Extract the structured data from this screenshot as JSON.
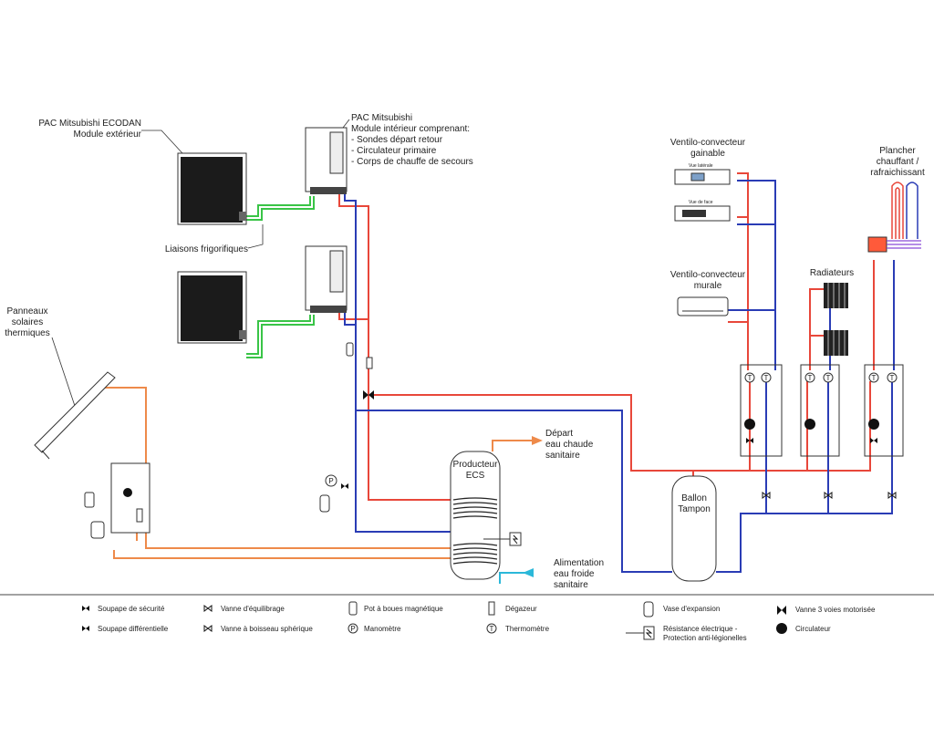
{
  "labels": {
    "pac_ext_1": "PAC Mitsubishi ECODAN",
    "pac_ext_2": "Module extérieur",
    "pac_int_1": "PAC Mitsubishi",
    "pac_int_2": "Module intérieur comprenant:",
    "pac_int_3": "- Sondes départ retour",
    "pac_int_4": "- Circulateur primaire",
    "pac_int_5": "- Corps de chauffe de secours",
    "liaisons": "Liaisons frigorifiques",
    "panneaux_1": "Panneaux",
    "panneaux_2": "solaires",
    "panneaux_3": "thermiques",
    "vc_gainable_1": "Ventilo-convecteur",
    "vc_gainable_2": "gainable",
    "vue_laterale": "Vue latérale",
    "vue_face": "Vue de face",
    "vc_murale_1": "Ventilo-convecteur",
    "vc_murale_2": "murale",
    "radiateurs": "Radiateurs",
    "plancher_1": "Plancher",
    "plancher_2": "chauffant /",
    "plancher_3": "rafraichissant",
    "depart_1": "Départ",
    "depart_2": "eau chaude",
    "depart_3": "sanitaire",
    "producteur_1": "Producteur",
    "producteur_2": "ECS",
    "ballon_1": "Ballon",
    "ballon_2": "Tampon",
    "alim_1": "Alimentation",
    "alim_2": "eau froide",
    "alim_3": "sanitaire"
  },
  "legend": {
    "soupape_securite": "Soupape de sécurité",
    "soupape_diff": "Soupape différentielle",
    "vanne_equilibrage": "Vanne d'équilibrage",
    "vanne_boisseau": "Vanne à boisseau sphérique",
    "pot_boues": "Pot à boues magnétique",
    "manometre": "Manomètre",
    "degazeur": "Dégazeur",
    "thermometre": "Thermomètre",
    "vase_expansion": "Vase d'expansion",
    "resistance_1": "Résistance électrique -",
    "resistance_2": "Protection anti-légionelles",
    "vanne_3_voies": "Vanne 3 voies motorisée",
    "circulateur": "Circulateur"
  },
  "symbols": {
    "manometer_letter": "P",
    "thermometer_letter": "T"
  },
  "colors": {
    "hot_pipe": "#e8473a",
    "cold_pipe": "#2a3cb5",
    "solar_pipe": "#ee8a4a",
    "refrigerant_pipe": "#39c447",
    "cold_water_supply": "#2bb8d9"
  }
}
